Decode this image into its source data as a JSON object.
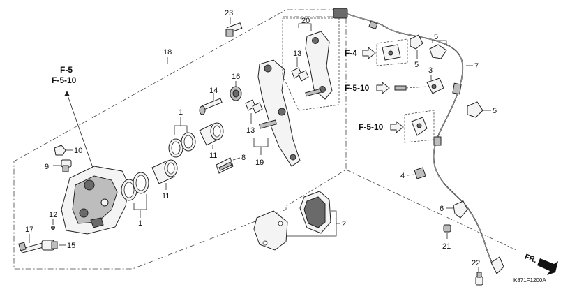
{
  "diagram": {
    "callouts": {
      "c23": "23",
      "c18": "18",
      "c20": "20",
      "c13a": "13",
      "c5a": "5",
      "c3": "3",
      "c5b": "5",
      "c7": "7",
      "c16": "16",
      "c14": "14",
      "c1a": "1",
      "c10": "10",
      "c9": "9",
      "c11a": "11",
      "c8": "8",
      "c13b": "13",
      "c19": "19",
      "c11b": "11",
      "c1b": "1",
      "c5c": "5",
      "c4": "4",
      "c2": "2",
      "c6": "6",
      "c21": "21",
      "c12": "12",
      "c17": "17",
      "c15": "15",
      "c22": "22"
    },
    "refs": {
      "f5": "F-5",
      "f510_top": "F-5-10",
      "f4": "F-4",
      "f510_mid": "F-5-10",
      "f510_low": "F-5-10"
    },
    "front_label": "FR.",
    "drawing_code": "K871F1200A"
  }
}
